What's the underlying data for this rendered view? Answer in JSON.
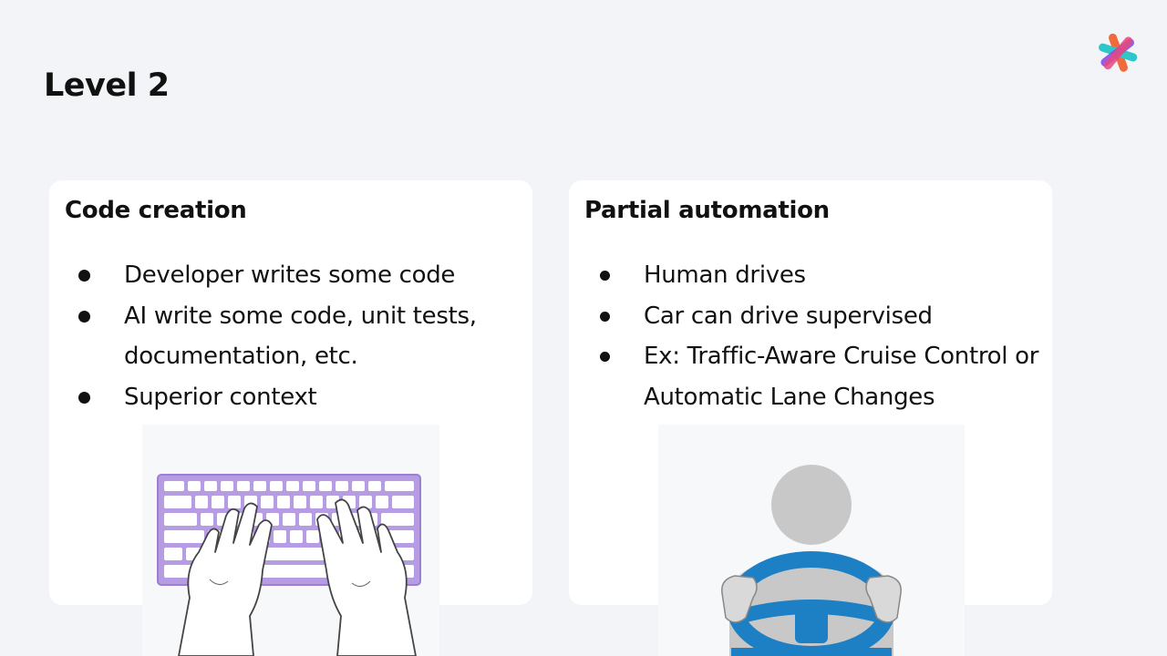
{
  "slide": {
    "title": "Level 2"
  },
  "cards": {
    "left": {
      "heading": "Code creation",
      "bullets": [
        "Developer writes some code",
        "AI write some code, unit tests, documentation, etc.",
        "Superior context"
      ],
      "illustration": "keyboard-typing-hands"
    },
    "right": {
      "heading": "Partial automation",
      "bullets": [
        "Human drives",
        "Car can drive supervised",
        "Ex: Traffic-Aware Cruise Control or Automatic Lane Changes"
      ],
      "illustration": "driver-steering-wheel"
    }
  },
  "logo": {
    "icon": "asterisk-logo"
  },
  "colors": {
    "background": "#f3f4f8",
    "card": "#ffffff",
    "keyboard": "#b59ce3",
    "steering_wheel": "#1d7fc4",
    "person": "#c8c8c8"
  }
}
